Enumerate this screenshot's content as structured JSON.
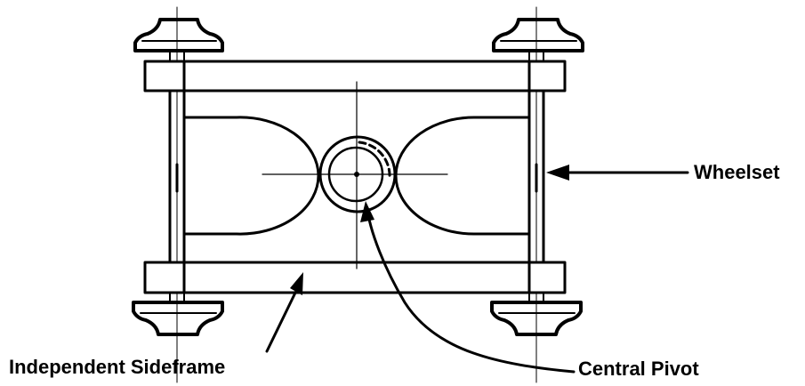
{
  "labels": {
    "wheelset": "Wheelset",
    "sideframe": "Independent Sideframe",
    "pivot": "Central Pivot"
  },
  "colors": {
    "ink": "#000000",
    "background": "#ffffff"
  }
}
